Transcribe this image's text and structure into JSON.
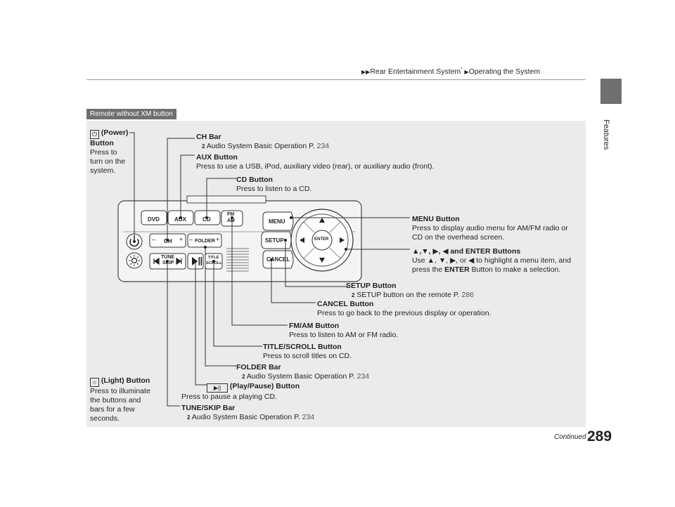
{
  "header": {
    "breadcrumb_1": "Rear Entertainment System",
    "breadcrumb_mark": "*",
    "breadcrumb_2": "Operating the System"
  },
  "side_tab": {
    "label": "Features"
  },
  "page_number": "289",
  "continued": "Continued",
  "subtitle": "Remote without XM button",
  "remote_buttons": {
    "dvd": "DVD",
    "aux": "AUX",
    "cd": "CD",
    "fm": "FM",
    "am": "AM",
    "menu": "MENU",
    "setup": "SETUP",
    "cancel": "CANCEL",
    "enter": "ENTER",
    "ch": "CH",
    "folder": "FOLDER",
    "tune": "TUNE",
    "skip": "SKIP",
    "title": "TITLE",
    "scroll": "SCROLL",
    "minus": "–",
    "plus": "+"
  },
  "callouts": {
    "power": {
      "title": "(Power)",
      "title_2": "Button",
      "desc_1": "Press to",
      "desc_2": "turn on the",
      "desc_3": "system."
    },
    "ch_bar": {
      "title": "CH Bar",
      "ref": "Audio System Basic Operation P.",
      "page": "234"
    },
    "aux": {
      "title": "AUX Button",
      "desc": "Press to use a USB, iPod, auxiliary video (rear), or auxiliary audio (front)."
    },
    "cd": {
      "title": "CD Button",
      "desc": "Press to listen to a CD."
    },
    "menu": {
      "title": "MENU Button",
      "desc_1": "Press to display audio menu for AM/FM radio or",
      "desc_2": "CD on the overhead screen."
    },
    "arrows": {
      "title": "and ENTER Buttons",
      "desc_1a": "Use",
      "desc_1b": ", or",
      "desc_1c": "to highlight a menu item, and",
      "desc_2a": "press the",
      "desc_2b": "ENTER",
      "desc_2c": "Button to make a selection."
    },
    "setup": {
      "title": "SETUP Button",
      "ref": "SETUP button on the remote P.",
      "page": "286"
    },
    "cancel": {
      "title": "CANCEL Button",
      "desc": "Press to go back to the previous display or operation."
    },
    "fmam": {
      "title": "FM/AM Button",
      "desc": "Press to listen to AM or FM radio."
    },
    "title_scroll": {
      "title": "TITLE/SCROLL Button",
      "desc": "Press to scroll titles on CD."
    },
    "folder": {
      "title": "FOLDER Bar",
      "ref": "Audio System Basic Operation P.",
      "page": "234"
    },
    "play_pause": {
      "title": "(Play/Pause) Button",
      "desc": "Press to pause a playing CD."
    },
    "light": {
      "title": "(Light) Button",
      "desc_1": "Press to illuminate",
      "desc_2": "the buttons and",
      "desc_3": "bars for a few",
      "desc_4": "seconds."
    },
    "tune_skip": {
      "title": "TUNE/SKIP Bar",
      "ref": "Audio System Basic Operation P.",
      "page": "234"
    }
  },
  "ref_arrow": "2",
  "colors": {
    "panel": "#ebebeb",
    "tab": "#6f6f6f",
    "text": "#231f20",
    "leader": "#333333"
  }
}
